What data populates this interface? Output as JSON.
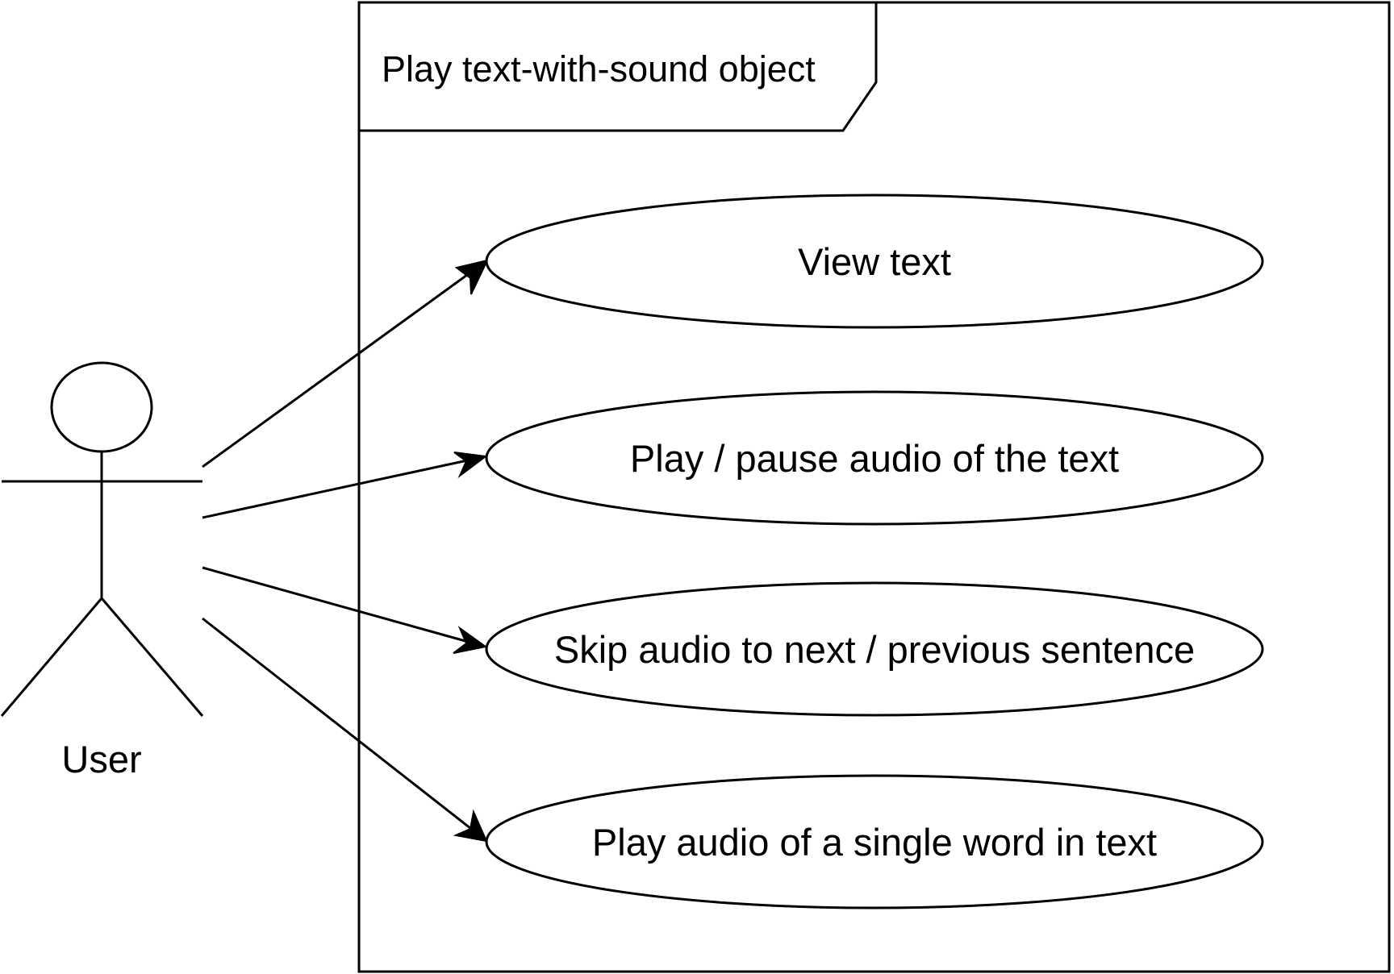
{
  "diagram": {
    "type": "uml-use-case",
    "frame_title": "Play text-with-sound object",
    "actor": {
      "name": "User"
    },
    "use_cases": [
      {
        "label": "View text"
      },
      {
        "label": "Play / pause audio of the text"
      },
      {
        "label": "Skip audio to next / previous sentence"
      },
      {
        "label": "Play audio of a single word in text"
      }
    ],
    "associations": [
      {
        "from": "User",
        "to": "View text",
        "arrow": "open-filled"
      },
      {
        "from": "User",
        "to": "Play / pause audio of the text",
        "arrow": "open-filled"
      },
      {
        "from": "User",
        "to": "Skip audio to next / previous sentence",
        "arrow": "open-filled"
      },
      {
        "from": "User",
        "to": "Play audio of a single word in text",
        "arrow": "open-filled"
      }
    ]
  }
}
